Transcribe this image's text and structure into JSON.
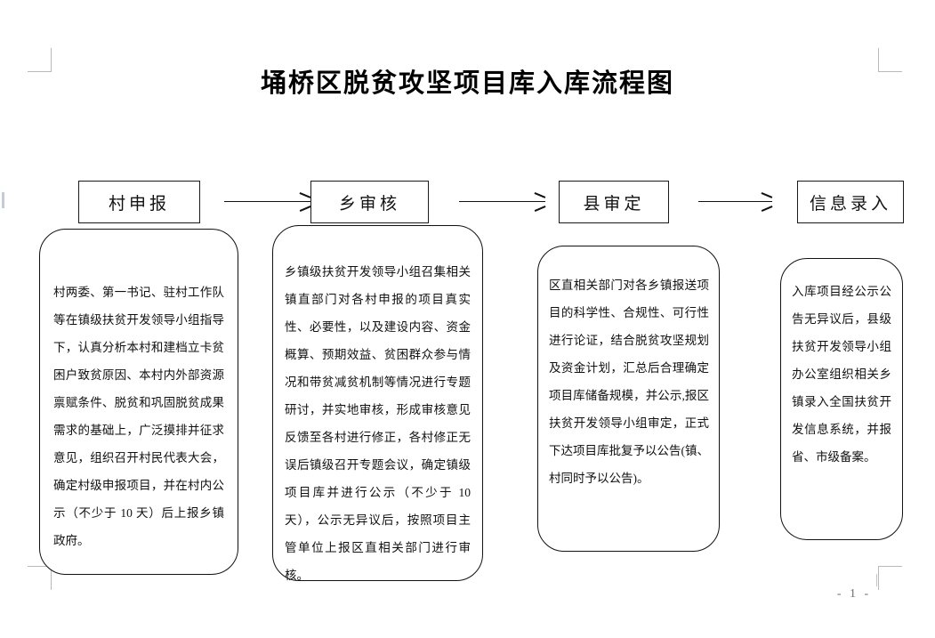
{
  "document": {
    "title": "埇桥区脱贫攻坚项目库入库流程图",
    "page_number": "- 1 -"
  },
  "flow": {
    "stages": [
      {
        "id": "village-declaration",
        "header": "村申报",
        "body": "村两委、第一书记、驻村工作队等在镇级扶贫开发领导小组指导下，认真分析本村和建档立卡贫困户致贫原因、本村内外部资源禀赋条件、脱贫和巩固脱贫成果需求的基础上，广泛摸排并征求意见，组织召开村民代表大会，确定村级申报项目，并在村内公示（不少于 10 天）后上报乡镇政府。"
      },
      {
        "id": "township-review",
        "header": "乡审核",
        "body": "乡镇级扶贫开发领导小组召集相关镇直部门对各村申报的项目真实性、必要性，以及建设内容、资金概算、预期效益、贫困群众参与情况和带贫减贫机制等情况进行专题研讨，并实地审核，形成审核意见反馈至各村进行修正，各村修正无误后镇级召开专题会议，确定镇级项目库并进行公示（不少于 10 天），公示无异议后，按照项目主管单位上报区直相关部门进行审核。"
      },
      {
        "id": "county-approval",
        "header": "县审定",
        "body": "区直相关部门对各乡镇报送项目的科学性、合规性、可行性进行论证，结合脱贫攻坚规划及资金计划，汇总后合理确定项目库储备规模，并公示,报区扶贫开发领导小组审定，正式下达项目库批复予以公告(镇、村同时予以公告)。"
      },
      {
        "id": "information-entry",
        "header": "信息录入",
        "body": "入库项目经公示公告无异议后，县级扶贫开发领导小组办公室组织相关乡镇录入全国扶贫开发信息系统，并报省、市级备案。"
      }
    ],
    "connectors": [
      {
        "id": "arrow-village-to-township",
        "from": "村申报",
        "to": "乡审核"
      },
      {
        "id": "arrow-township-to-county",
        "from": "乡审核",
        "to": "县审定"
      },
      {
        "id": "arrow-county-to-entry",
        "from": "县审定",
        "to": "信息录入"
      }
    ]
  },
  "colors": {
    "text": "#111111",
    "border": "#111111",
    "crop_mark": "#b9b9bd",
    "footer_text": "#6f6f6f",
    "background": "#ffffff"
  }
}
